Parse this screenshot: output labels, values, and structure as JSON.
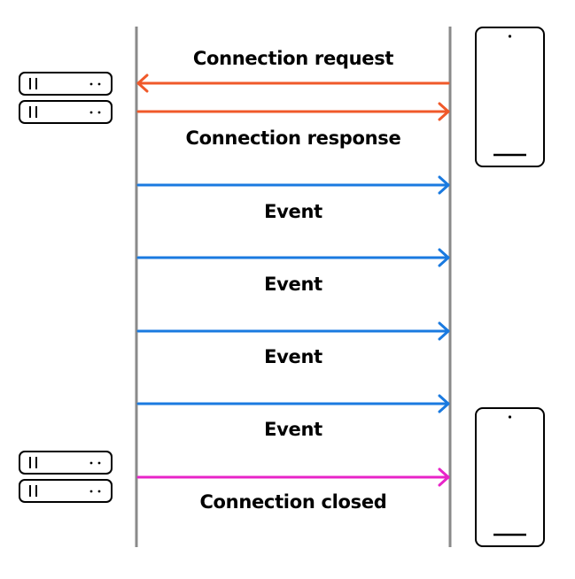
{
  "colors": {
    "lifeline": "#8a8a8a",
    "request": "#f0592a",
    "event": "#1a7ae0",
    "closed": "#e824c8",
    "device_stroke": "#000000"
  },
  "icons": {
    "server": "server-icon",
    "phone": "phone-icon"
  },
  "messages": [
    {
      "id": "connection-request",
      "label": "Connection request",
      "direction": "left",
      "kind": "request"
    },
    {
      "id": "connection-response",
      "label": "Connection response",
      "direction": "right",
      "kind": "request"
    },
    {
      "id": "event-1",
      "label": "Event",
      "direction": "right",
      "kind": "event"
    },
    {
      "id": "event-2",
      "label": "Event",
      "direction": "right",
      "kind": "event"
    },
    {
      "id": "event-3",
      "label": "Event",
      "direction": "right",
      "kind": "event"
    },
    {
      "id": "event-4",
      "label": "Event",
      "direction": "right",
      "kind": "event"
    },
    {
      "id": "connection-closed",
      "label": "Connection closed",
      "direction": "right",
      "kind": "closed"
    }
  ]
}
